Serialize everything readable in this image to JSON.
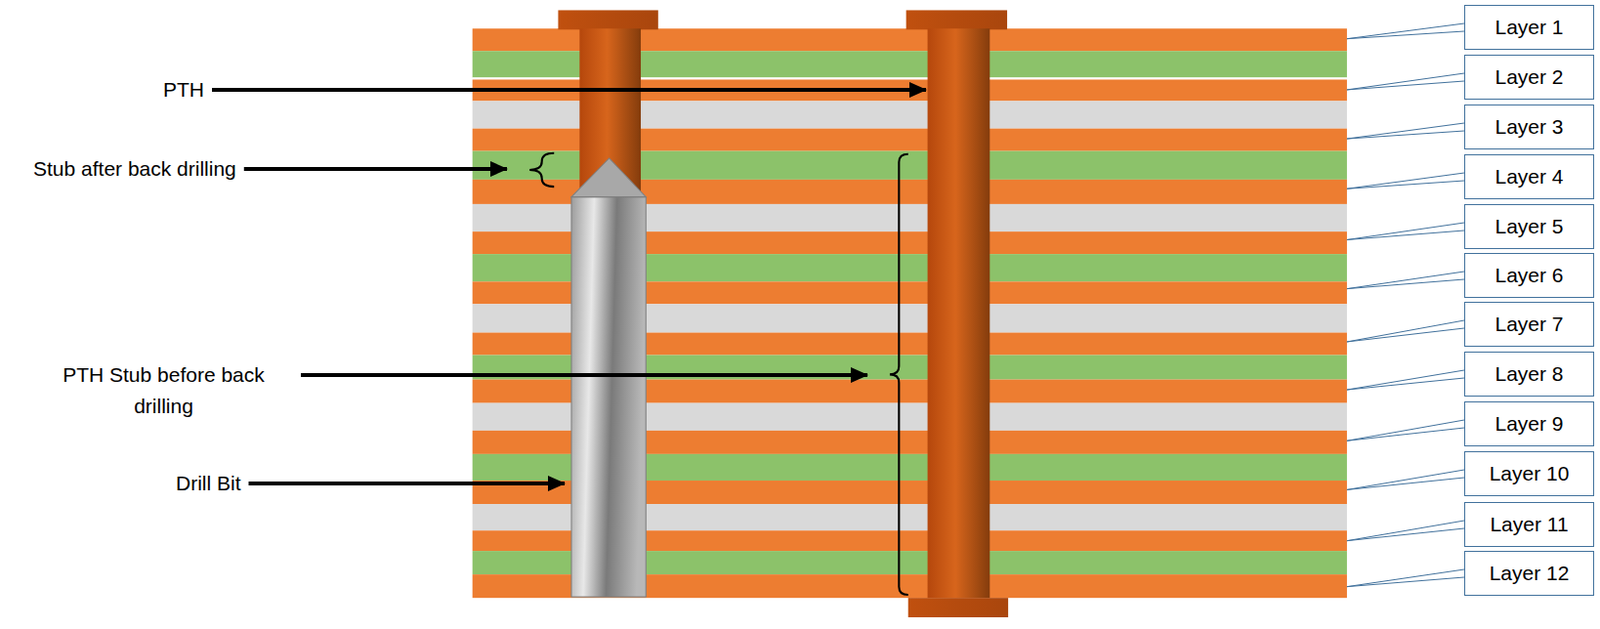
{
  "diagram": {
    "nodes": [
      {
        "text": [
          "Layer 1"
        ]
      },
      {
        "text": [
          "Layer 2"
        ]
      },
      {
        "text": [
          "Layer 3"
        ]
      },
      {
        "text": [
          "Layer 4"
        ]
      },
      {
        "text": [
          "Layer 5"
        ]
      },
      {
        "text": [
          "Layer 6"
        ]
      },
      {
        "text": [
          "Layer 7"
        ]
      },
      {
        "text": [
          "Layer 8"
        ]
      },
      {
        "text": [
          "Layer 9"
        ]
      },
      {
        "text": [
          "Layer 10"
        ]
      },
      {
        "text": [
          "Layer 11"
        ]
      },
      {
        "text": [
          "Layer 12"
        ]
      }
    ],
    "labels": [
      "PTH",
      "Stub after back drilling",
      "PTH Stub before back drilling",
      "Drill Bit"
    ]
  }
}
